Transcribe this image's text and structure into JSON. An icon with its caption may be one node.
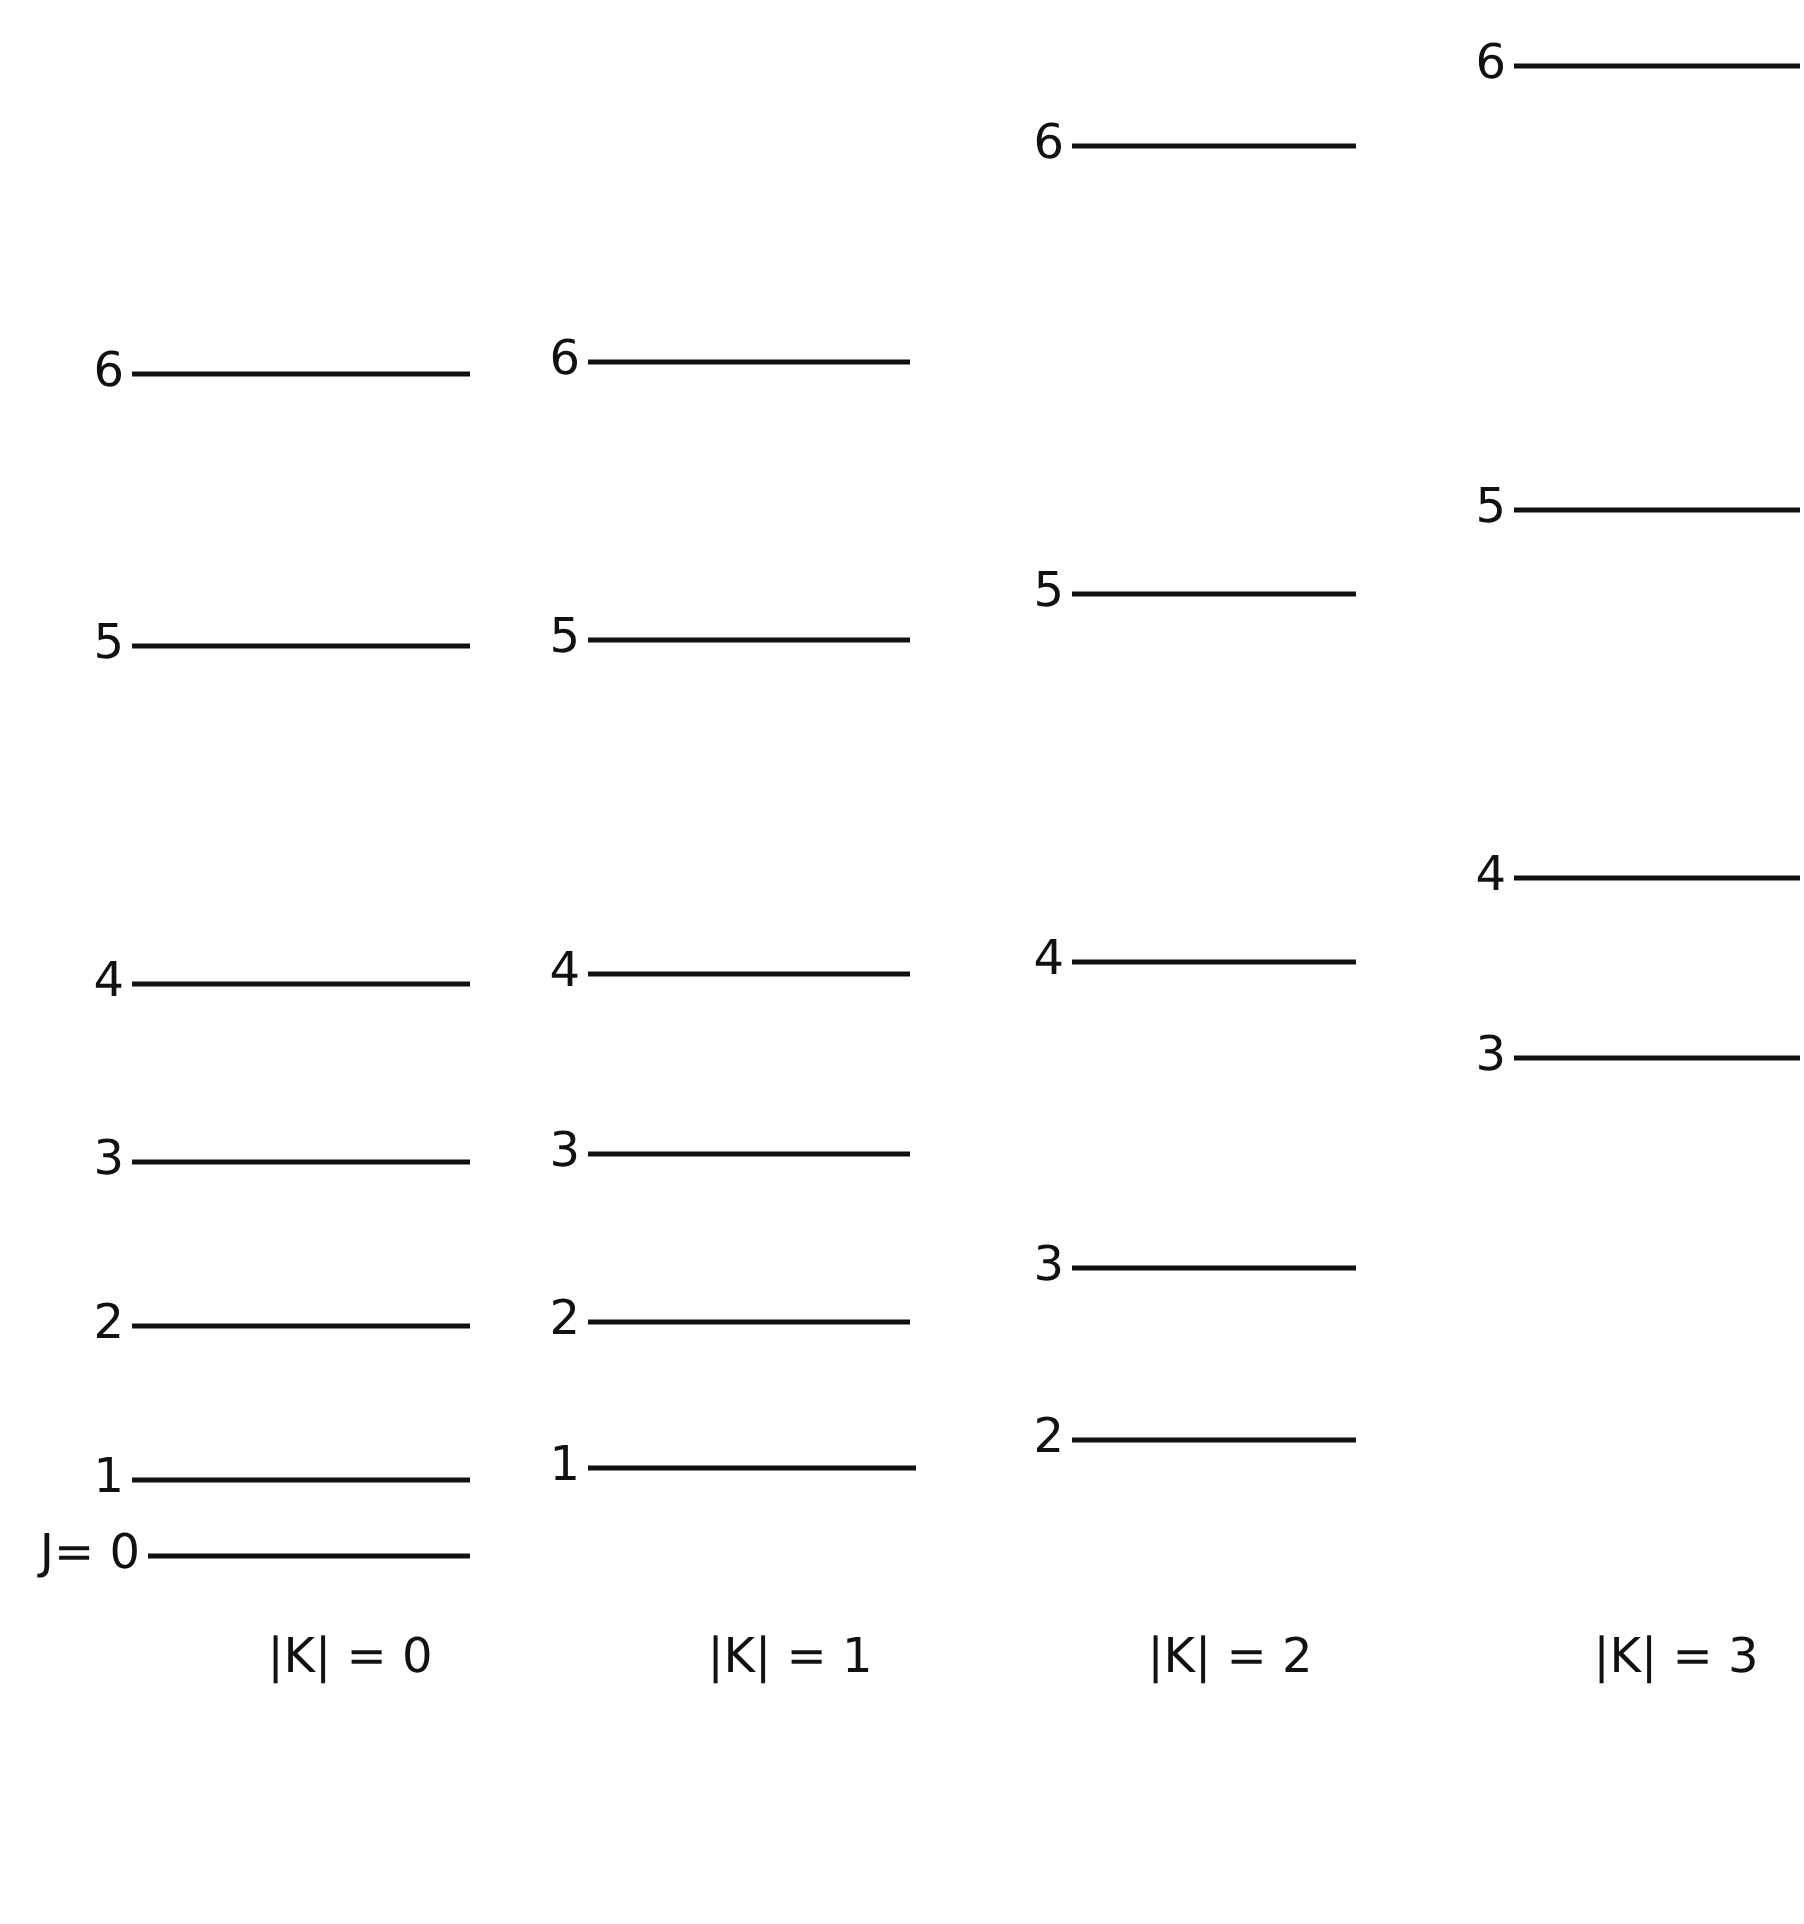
{
  "diagram": {
    "labels": [
      "6",
      "6",
      "6",
      "6",
      "5",
      "5",
      "5",
      "5",
      "4",
      "4",
      "4",
      "4",
      "3",
      "3",
      "3",
      "3",
      "2",
      "2",
      "2",
      "1",
      "1",
      "J= 0",
      "|K| = 0",
      "|K| = 1",
      "|K| = 2",
      "|K| = 3"
    ]
  }
}
